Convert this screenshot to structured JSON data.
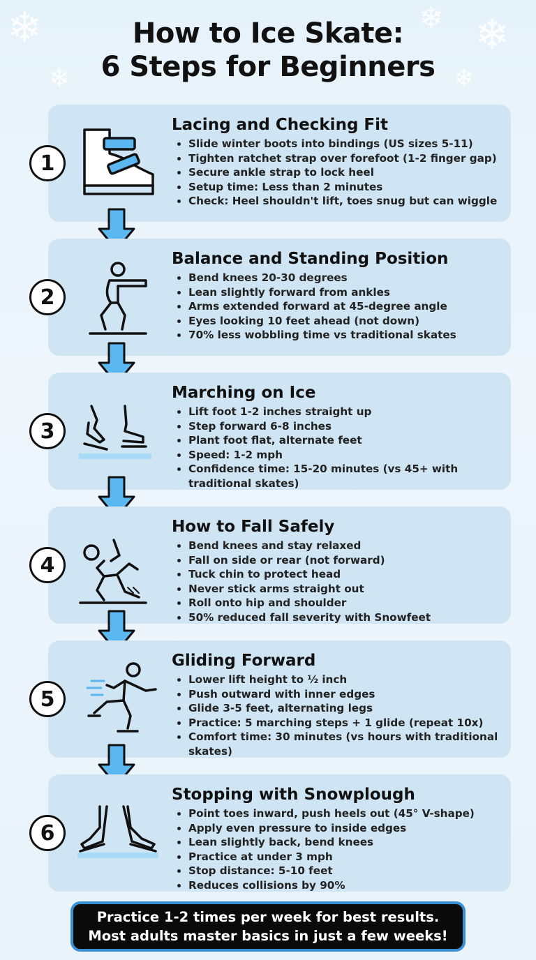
{
  "title": {
    "line1": "How to Ice Skate:",
    "line2": "6 Steps for Beginners"
  },
  "colors": {
    "background": "#e8f3fa",
    "card": "#cfe5f3",
    "arrow": "#5bb7ef",
    "footer_bg": "#0a0a0a",
    "footer_border": "#3a8fd4"
  },
  "steps": [
    {
      "number": "1",
      "icon": "skate-boot-icon",
      "title": "Lacing and Checking Fit",
      "points": [
        "Slide winter boots into bindings (US sizes 5-11)",
        "Tighten ratchet strap over forefoot (1-2 finger gap)",
        "Secure ankle strap to lock heel",
        "Setup time: Less than 2 minutes",
        "Check: Heel shouldn't lift, toes snug but can wiggle"
      ]
    },
    {
      "number": "2",
      "icon": "balance-stance-icon",
      "title": "Balance and Standing Position",
      "points": [
        "Bend knees 20-30 degrees",
        "Lean slightly forward from ankles",
        "Arms extended forward at 45-degree angle",
        "Eyes looking 10 feet ahead (not down)",
        "70% less wobbling time vs traditional skates"
      ]
    },
    {
      "number": "3",
      "icon": "marching-skates-icon",
      "title": "Marching on Ice",
      "points": [
        "Lift foot 1-2 inches straight up",
        "Step forward 6-8 inches",
        "Plant foot flat, alternate feet",
        "Speed: 1-2 mph",
        "Confidence time: 15-20 minutes (vs 45+ with traditional skates)"
      ]
    },
    {
      "number": "4",
      "icon": "falling-person-icon",
      "title": "How to Fall Safely",
      "points": [
        "Bend knees and stay relaxed",
        "Fall on side or rear (not forward)",
        "Tuck chin to protect head",
        "Never stick arms straight out",
        "Roll onto hip and shoulder",
        "50% reduced fall severity with Snowfeet"
      ]
    },
    {
      "number": "5",
      "icon": "gliding-skater-icon",
      "title": "Gliding Forward",
      "points": [
        "Lower lift height to ½ inch",
        "Push outward with inner edges",
        "Glide 3-5 feet, alternating legs",
        "Practice: 5 marching steps + 1 glide (repeat 10x)",
        "Comfort time: 30 minutes (vs hours with traditional skates)"
      ]
    },
    {
      "number": "6",
      "icon": "snowplough-stop-icon",
      "title": "Stopping with Snowplough",
      "points": [
        "Point toes inward, push heels out (45° V-shape)",
        "Apply even pressure to inside edges",
        "Lean slightly back, bend knees",
        "Practice at under 3 mph",
        "Stop distance: 5-10 feet",
        "Reduces collisions by 90%"
      ]
    }
  ],
  "footer": {
    "line1": "Practice 1-2 times per week for best results.",
    "line2": "Most adults master basics in just a few weeks!"
  }
}
